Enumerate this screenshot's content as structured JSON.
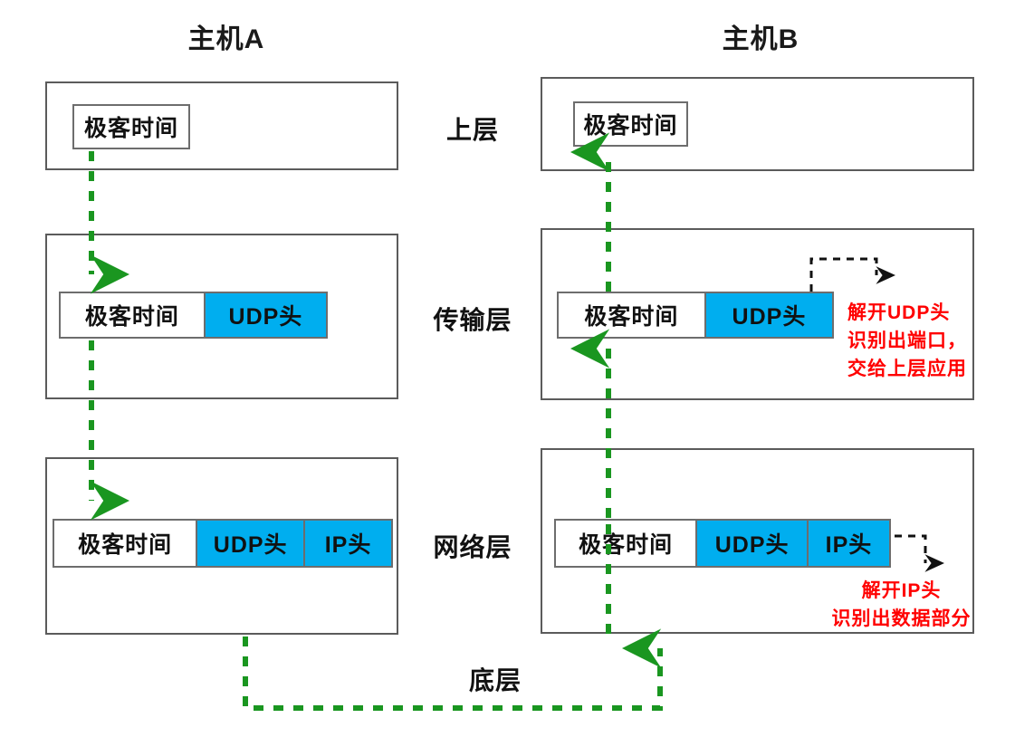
{
  "diagram": {
    "title_host_a": "主机A",
    "title_host_b": "主机B",
    "accent_blue": "#00AEEF",
    "flow_green": "#1a9620",
    "note_red": "#ff0000",
    "box_gray": "#5b5b5b"
  },
  "layers": [
    {
      "id": "upper",
      "name": "上层"
    },
    {
      "id": "transport",
      "name": "传输层"
    },
    {
      "id": "network",
      "name": "网络层"
    },
    {
      "id": "link",
      "name": "底层"
    }
  ],
  "labels": {
    "payload": "极客时间",
    "udp_header": "UDP头",
    "ip_header": "IP头"
  },
  "host_a": {
    "upper": {
      "cells": [
        "极客时间"
      ]
    },
    "transport": {
      "cells": [
        "极客时间",
        "UDP头"
      ]
    },
    "network": {
      "cells": [
        "极客时间",
        "UDP头",
        "IP头"
      ]
    }
  },
  "host_b": {
    "upper": {
      "cells": [
        "极客时间"
      ]
    },
    "transport": {
      "cells": [
        "极客时间",
        "UDP头"
      ]
    },
    "network": {
      "cells": [
        "极客时间",
        "UDP头",
        "IP头"
      ]
    }
  },
  "notes": {
    "transport": {
      "line1": "解开UDP头",
      "line2": "识别出端口，",
      "line3": "交给上层应用"
    },
    "network": {
      "line1": "解开IP头",
      "line2": "识别出数据部分"
    }
  }
}
